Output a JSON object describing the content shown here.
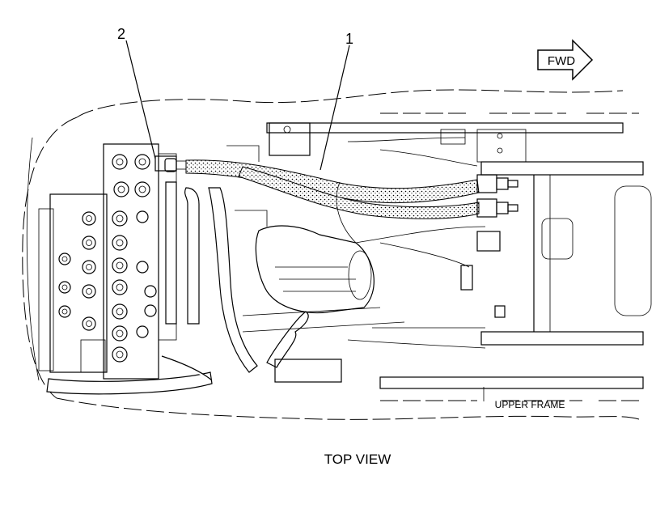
{
  "labels": {
    "callout_1": "1",
    "callout_2": "2",
    "direction": "FWD",
    "frame": "UPPER FRAME",
    "view": "TOP VIEW"
  }
}
